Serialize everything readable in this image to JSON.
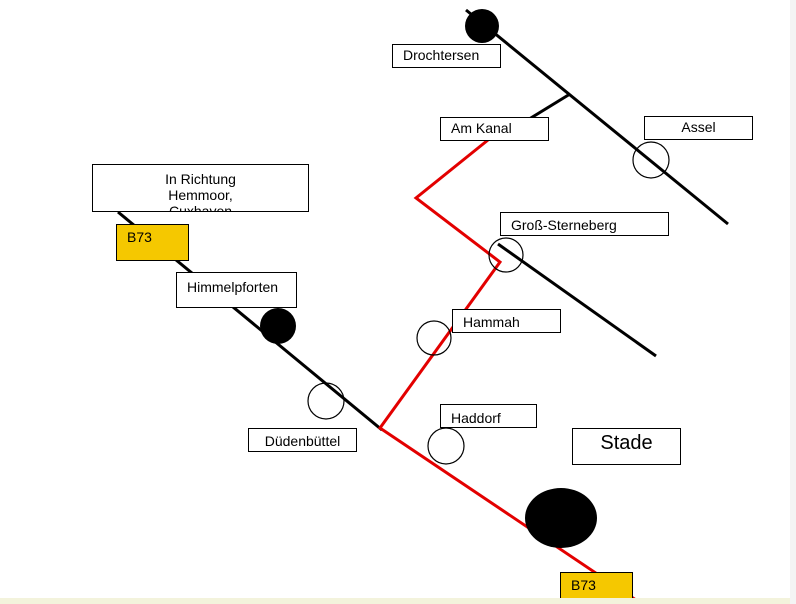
{
  "colors": {
    "background": "#ffffff",
    "rail_line": "#000000",
    "red_route": "#e30000",
    "road_badge": "#f5c800"
  },
  "map": {
    "station_names": {
      "drochtersen": "Drochtersen",
      "am_kanal": "Am Kanal",
      "assel": "Assel",
      "hemmoor": "In Richtung Hemmoor, Cuxhaven",
      "gross_sterneberg": "Groß-Sterneberg",
      "himmelpforten": "Himmelpforten",
      "hammah": "Hammah",
      "haddorf": "Haddorf",
      "duedenbuettel": "Düdenbüttel",
      "stade": "Stade"
    },
    "road_labels": {
      "b73_top": "B73",
      "b73_bottom": "B73"
    },
    "icons": {
      "filled_station": "filled-circle-icon",
      "open_station": "open-circle-icon",
      "city": "filled-ellipse-icon"
    }
  }
}
